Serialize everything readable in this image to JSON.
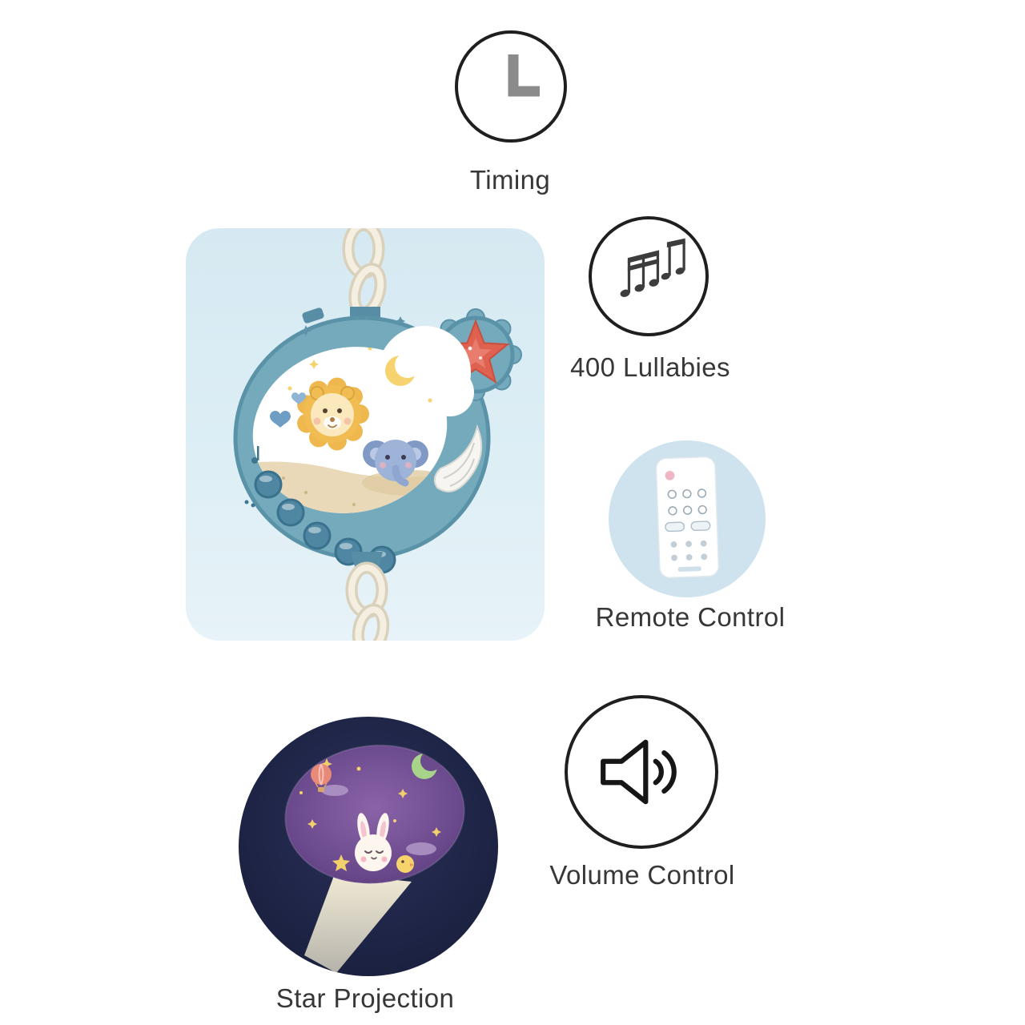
{
  "features": {
    "timing": {
      "label": "Timing",
      "icon": "clock-icon"
    },
    "lullabies": {
      "label": "400 Lullabies",
      "icon": "music-notes-icon"
    },
    "remote": {
      "label": "Remote Control",
      "icon": "remote-control-icon"
    },
    "volume": {
      "label": "Volume Control",
      "icon": "speaker-icon"
    },
    "projection": {
      "label": "Star Projection",
      "icon": "star-projection-image"
    }
  },
  "colors": {
    "panel_blue": "#d9ebf3",
    "body_teal": "#74aabc",
    "star_coral": "#df6250",
    "sand": "#ead9b8",
    "navy_circle": "#1f2547",
    "projection_purple": "#7a5494",
    "beam_cream": "#f5eedb",
    "icon_outline": "#1f1f1f",
    "label_text": "#373737"
  }
}
